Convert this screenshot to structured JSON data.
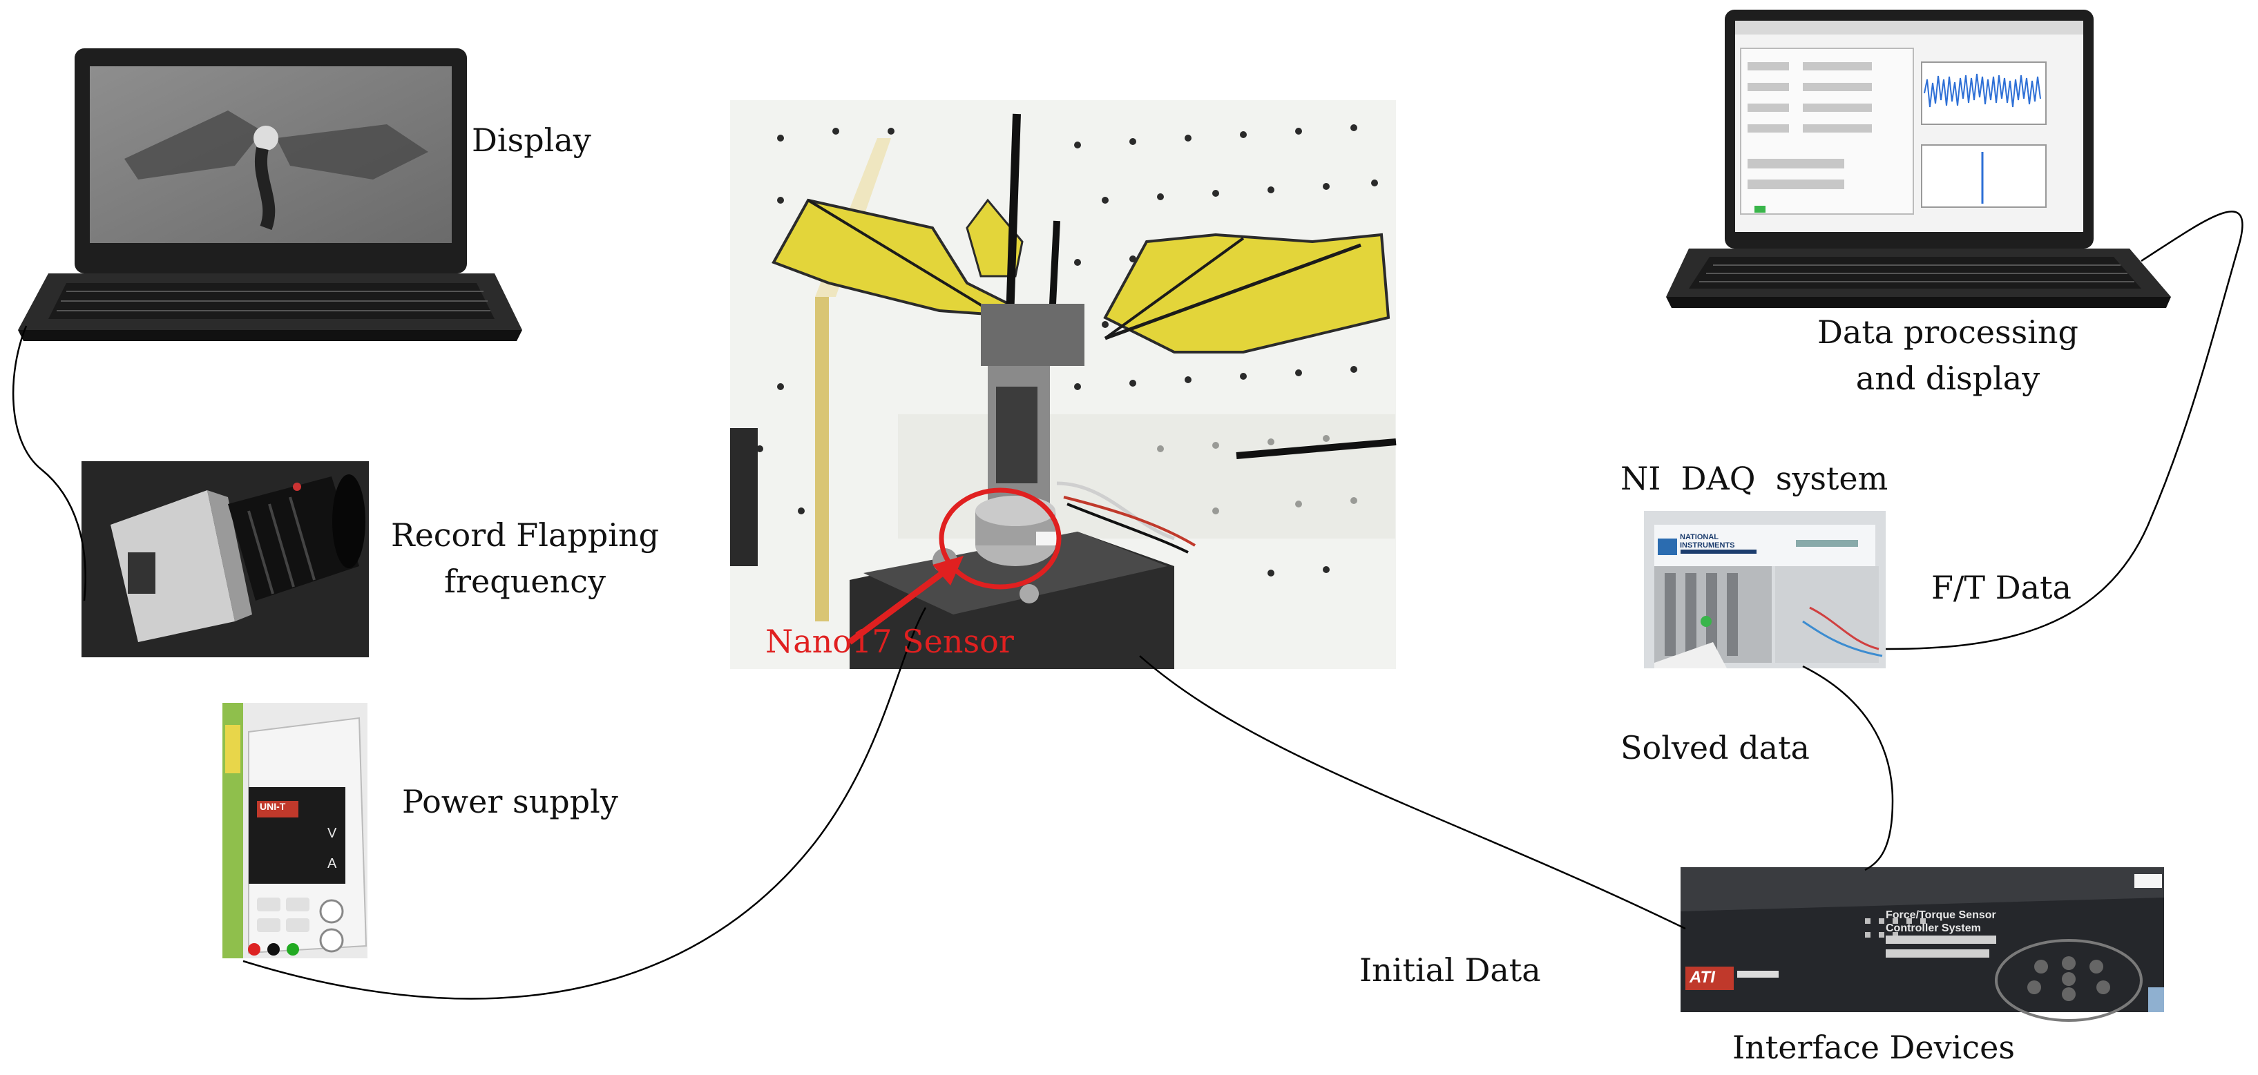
{
  "labels": {
    "display": "Display",
    "record": [
      "Record Flapping",
      "frequency"
    ],
    "power": "Power supply",
    "sensor": "Nano17 Sensor",
    "data_processing": [
      "Data processing",
      "and display"
    ],
    "daq": "NI  DAQ  system",
    "ft_data": "F/T Data",
    "solved": "Solved data",
    "initial": "Initial Data",
    "interface": "Interface Devices"
  },
  "devices": {
    "controller_title": [
      "Force/Torque Sensor",
      "Controller System"
    ],
    "controller_brand": "ATI",
    "daq_brand": "NATIONAL INSTRUMENTS",
    "power_brand": "UNI-T",
    "power_units": [
      "V",
      "A"
    ]
  },
  "colors": {
    "sensor_highlight": "#e02020",
    "wing_film": "#e3d53a",
    "cable": "#000000"
  }
}
